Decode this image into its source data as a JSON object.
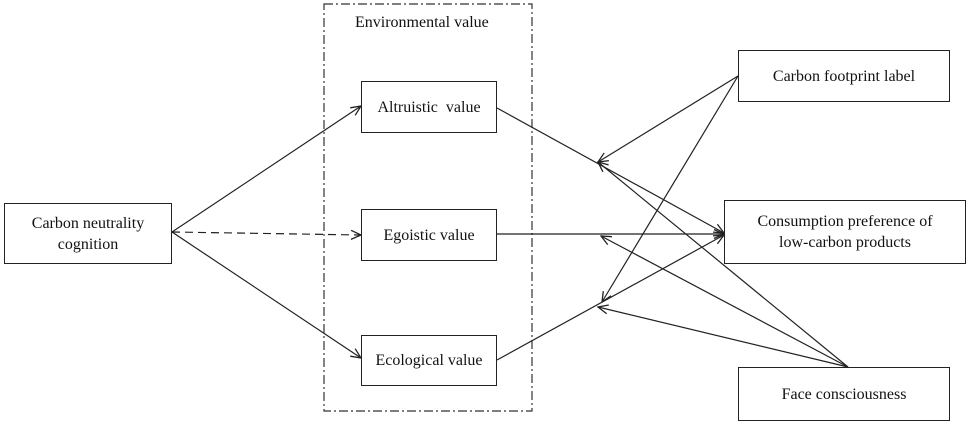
{
  "group": {
    "title": "Environmental value"
  },
  "nodes": {
    "cognition": {
      "line1": "Carbon neutrality",
      "line2": "cognition"
    },
    "altruistic": {
      "label": "Altruistic  value"
    },
    "egoistic": {
      "label": "Egoistic value"
    },
    "ecological": {
      "label": "Ecological value"
    },
    "carbon_label": {
      "label": "Carbon footprint label"
    },
    "consumption": {
      "line1": "Consumption preference of",
      "line2": "low-carbon products"
    },
    "face": {
      "label": "Face consciousness"
    }
  },
  "edges": [
    {
      "from": "Carbon neutrality cognition",
      "to": "Altruistic value",
      "style": "solid"
    },
    {
      "from": "Carbon neutrality cognition",
      "to": "Egoistic value",
      "style": "dashed"
    },
    {
      "from": "Carbon neutrality cognition",
      "to": "Ecological value",
      "style": "solid"
    },
    {
      "from": "Altruistic value",
      "to": "Consumption preference of low-carbon products",
      "style": "solid"
    },
    {
      "from": "Egoistic value",
      "to": "Consumption preference of low-carbon products",
      "style": "solid"
    },
    {
      "from": "Ecological value",
      "to": "Consumption preference of low-carbon products",
      "style": "solid"
    },
    {
      "from": "Carbon footprint label",
      "to": "Altruistic value path",
      "style": "solid",
      "moderates": true
    },
    {
      "from": "Carbon footprint label",
      "to": "Ecological value path",
      "style": "solid",
      "moderates": true
    },
    {
      "from": "Face consciousness",
      "to": "Altruistic value path",
      "style": "solid",
      "moderates": true
    },
    {
      "from": "Face consciousness",
      "to": "Egoistic value path",
      "style": "solid",
      "moderates": true
    },
    {
      "from": "Face consciousness",
      "to": "Ecological value path",
      "style": "solid",
      "moderates": true
    }
  ],
  "colors": {
    "line": "#222222",
    "background": "#ffffff"
  }
}
